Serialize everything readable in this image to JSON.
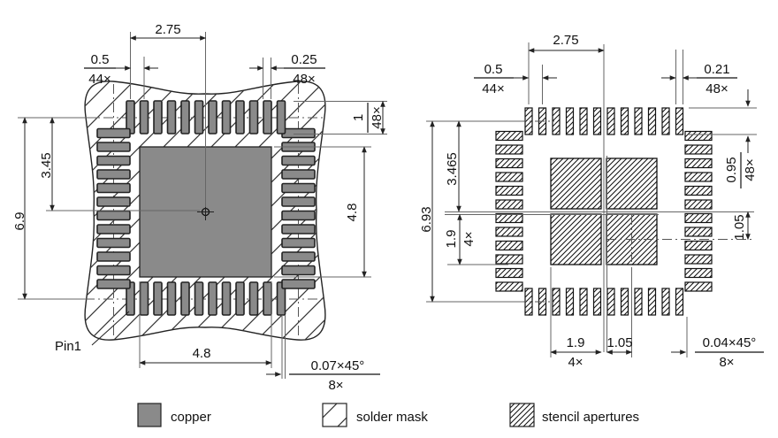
{
  "colors": {
    "copper": "#8a8a8a",
    "line": "#1a1a1a"
  },
  "left_view": {
    "pad_row_span": "2.75",
    "pitch": "0.5",
    "pitch_count": "44×",
    "pad_width": "0.25",
    "pad_width_count": "48×",
    "pad_length": "1",
    "pad_length_count": "48×",
    "center_to_row": "3.45",
    "row_to_row": "6.9",
    "copper_pad_height": "4.8",
    "copper_pad_width": "4.8",
    "corner_chamfer": "0.07×45°",
    "corner_chamfer_count": "8×",
    "pin1_label": "Pin1"
  },
  "right_view": {
    "pad_row_span": "2.75",
    "pitch": "0.5",
    "pitch_count": "44×",
    "aperture_width": "0.21",
    "aperture_width_count": "48×",
    "center_to_row": "3.465",
    "row_to_row": "6.93",
    "aperture_length": "0.95",
    "aperture_length_count": "48×",
    "thermal_offset_v": "1.05",
    "thermal_size_v": "1.9",
    "thermal_size_v_count": "4×",
    "thermal_size_h": "1.9",
    "thermal_size_h_count": "4×",
    "thermal_offset_h": "1.05",
    "corner_chamfer": "0.04×45°",
    "corner_chamfer_count": "8×"
  },
  "legend": {
    "copper": "copper",
    "solder_mask": "solder mask",
    "stencil_apertures": "stencil apertures"
  }
}
